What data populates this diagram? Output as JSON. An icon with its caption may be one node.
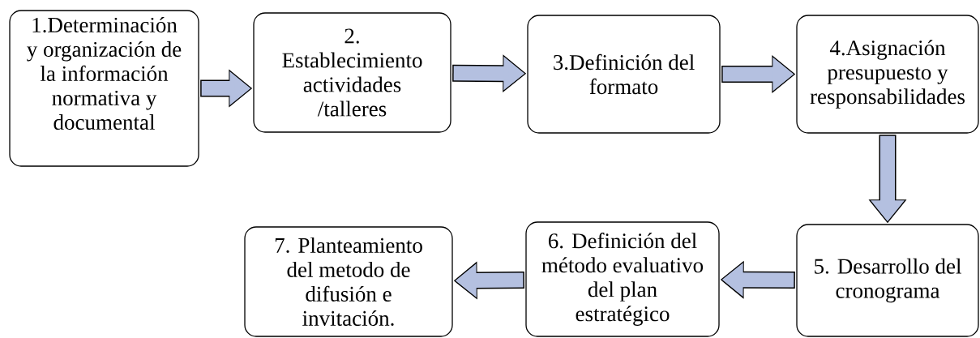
{
  "diagram": {
    "nodes": [
      {
        "text": [
          "1.Determinación y organización de la información normativa y documental"
        ]
      },
      {
        "text": [
          "2. Establecimiento actividades /talleres"
        ]
      },
      {
        "text": [
          "3.Definición del formato"
        ]
      },
      {
        "text": [
          "4.Asignación presupuesto y responsabilidades"
        ]
      },
      {
        "text": [
          "5. Desarrollo del cronograma"
        ]
      },
      {
        "text": [
          "6. Definición del método evaluativo del plan estratégico"
        ]
      },
      {
        "text": [
          "7. Planteamiento del metodo de difusión e invitación."
        ]
      }
    ],
    "edges": [
      {
        "from": 0,
        "to": 1,
        "arrow": "to"
      },
      {
        "from": 1,
        "to": 2,
        "arrow": "to"
      },
      {
        "from": 2,
        "to": 3,
        "arrow": "to"
      },
      {
        "from": 3,
        "to": 4,
        "arrow": "to"
      },
      {
        "from": 4,
        "to": 5,
        "arrow": "to"
      },
      {
        "from": 5,
        "to": 6,
        "arrow": "to"
      }
    ]
  }
}
